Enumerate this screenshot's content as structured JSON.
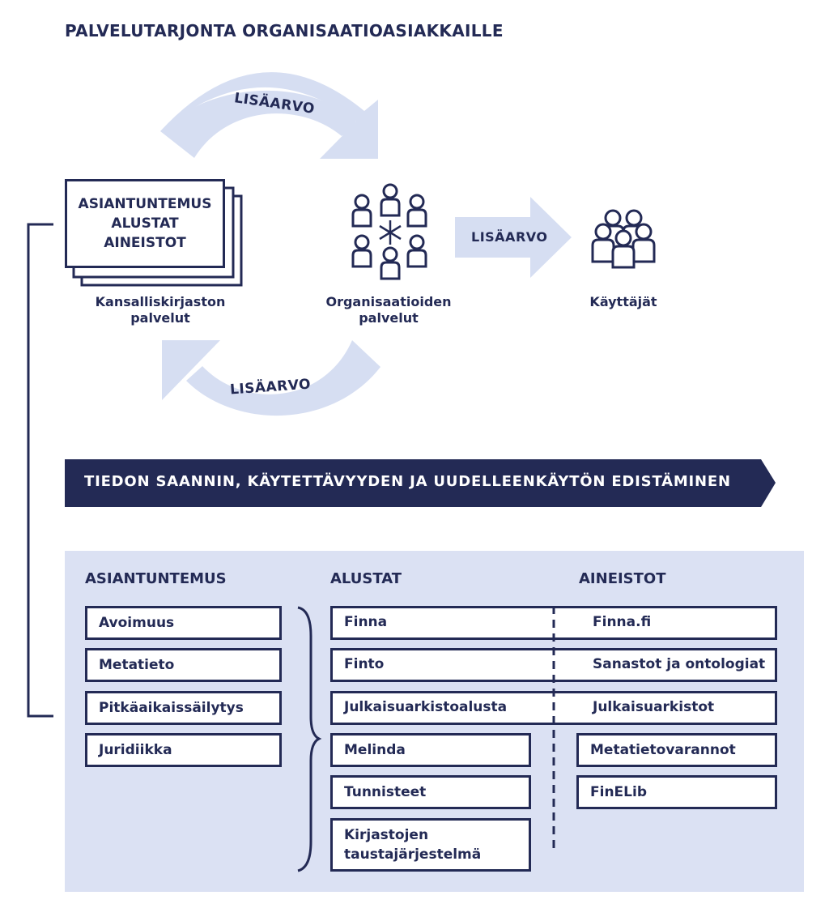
{
  "title": "PALVELUTARJONTA ORGANISAATIOASIAKKAILLE",
  "cycle": {
    "top_arrow_label": "LISÄARVO",
    "bottom_arrow_label": "LISÄARVO",
    "right_arrow_label": "LISÄARVO",
    "stack_lines": [
      "ASIANTUNTEMUS",
      "ALUSTAT",
      "AINEISTOT"
    ],
    "national_caption": [
      "Kansalliskirjaston",
      "palvelut"
    ],
    "organisations_caption": [
      "Organisaatioiden",
      "palvelut"
    ],
    "users_caption": "Käyttäjät"
  },
  "banner": "TIEDON SAANNIN, KÄYTETTÄVYYDEN JA UUDELLEENKÄYTÖN EDISTÄMINEN",
  "panel": {
    "headers": [
      "ASIANTUNTEMUS",
      "ALUSTAT",
      "AINEISTOT"
    ],
    "expertise": [
      "Avoimuus",
      "Metatieto",
      "Pitkäaikaissäilytys",
      "Juridiikka"
    ],
    "platforms": [
      "Finna",
      "Finto",
      "Julkaisuarkistoalusta",
      "Melinda",
      "Tunnisteet",
      "Kirjastojen taustajärjestelmä"
    ],
    "platforms_last_lines": [
      "Kirjastojen",
      "taustajärjestelmä"
    ],
    "materials": [
      "Finna.fi",
      "Sanastot ja ontologiat",
      "Julkaisuarkistot",
      "Metatietovarannot",
      "FinELib"
    ]
  },
  "colors": {
    "navy": "#232a55",
    "light_blue": "#d6def2",
    "panel_bg": "#dbe1f3",
    "white": "#ffffff"
  }
}
